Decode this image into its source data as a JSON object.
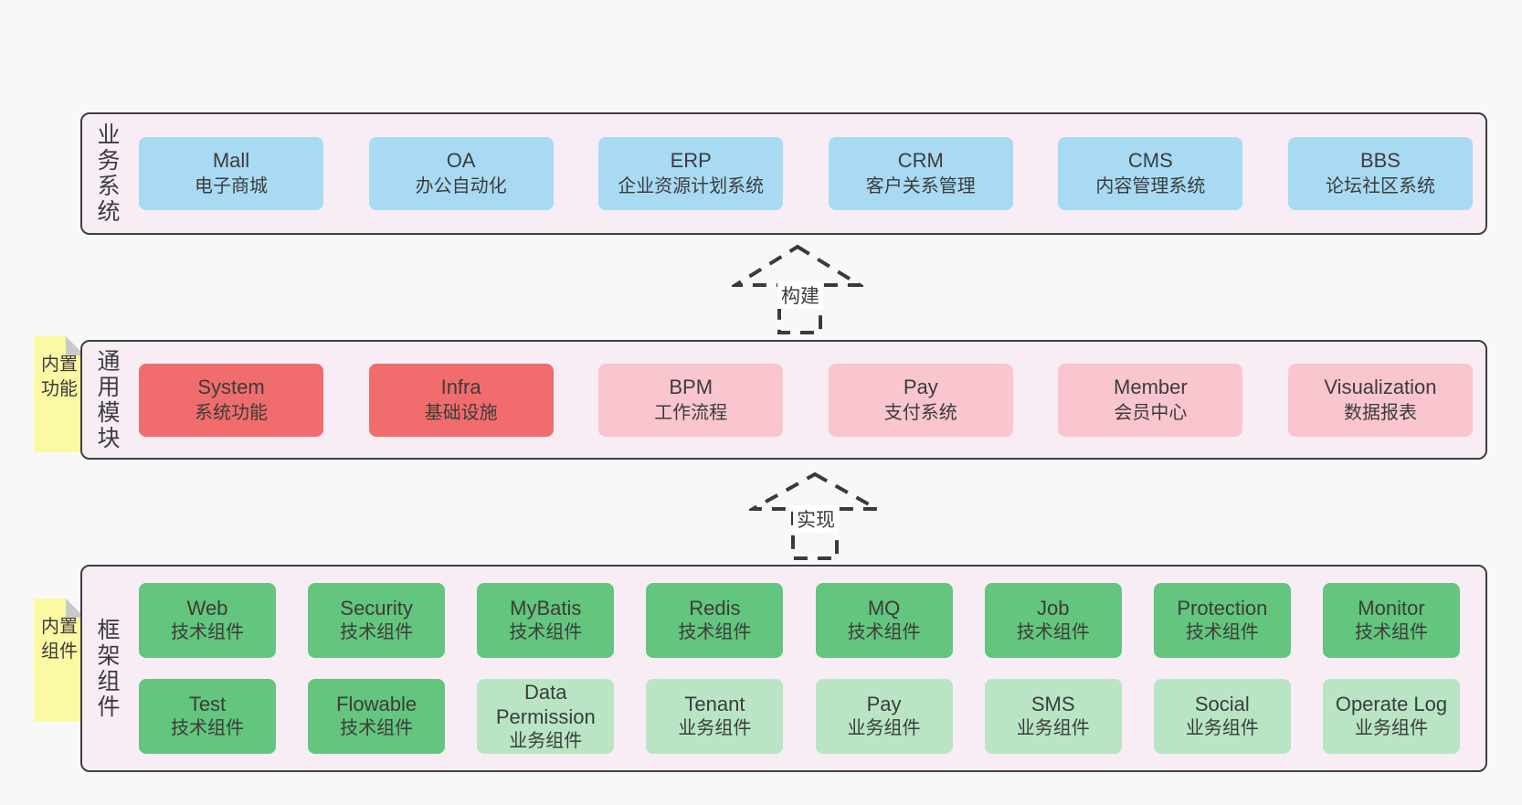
{
  "bands": [
    {
      "label": "业务系统",
      "rows": [
        [
          {
            "title": "Mall",
            "subtitle": "电子商城"
          },
          {
            "title": "OA",
            "subtitle": "办公自动化"
          },
          {
            "title": "ERP",
            "subtitle": "企业资源计划系统"
          },
          {
            "title": "CRM",
            "subtitle": "客户关系管理"
          },
          {
            "title": "CMS",
            "subtitle": "内容管理系统"
          },
          {
            "title": "BBS",
            "subtitle": "论坛社区系统"
          }
        ]
      ]
    },
    {
      "label": "通用模块",
      "sticky": "内置功能",
      "rows": [
        [
          {
            "title": "System",
            "subtitle": "系统功能"
          },
          {
            "title": "Infra",
            "subtitle": "基础设施"
          },
          {
            "title": "BPM",
            "subtitle": "工作流程"
          },
          {
            "title": "Pay",
            "subtitle": "支付系统"
          },
          {
            "title": "Member",
            "subtitle": "会员中心"
          },
          {
            "title": "Visualization",
            "subtitle": "数据报表"
          }
        ]
      ]
    },
    {
      "label": "框架组件",
      "sticky": "内置组件",
      "rows": [
        [
          {
            "title": "Web",
            "subtitle": "技术组件"
          },
          {
            "title": "Security",
            "subtitle": "技术组件"
          },
          {
            "title": "MyBatis",
            "subtitle": "技术组件"
          },
          {
            "title": "Redis",
            "subtitle": "技术组件"
          },
          {
            "title": "MQ",
            "subtitle": "技术组件"
          },
          {
            "title": "Job",
            "subtitle": "技术组件"
          },
          {
            "title": "Protection",
            "subtitle": "技术组件"
          },
          {
            "title": "Monitor",
            "subtitle": "技术组件"
          }
        ],
        [
          {
            "title": "Test",
            "subtitle": "技术组件"
          },
          {
            "title": "Flowable",
            "subtitle": "技术组件"
          },
          {
            "title": "Data Permission",
            "subtitle": "业务组件"
          },
          {
            "title": "Tenant",
            "subtitle": "业务组件"
          },
          {
            "title": "Pay",
            "subtitle": "业务组件"
          },
          {
            "title": "SMS",
            "subtitle": "业务组件"
          },
          {
            "title": "Social",
            "subtitle": "业务组件"
          },
          {
            "title": "Operate Log",
            "subtitle": "业务组件"
          }
        ]
      ]
    }
  ],
  "arrows": [
    {
      "label": "构建"
    },
    {
      "label": "实现"
    }
  ],
  "colors": {
    "page_bg": "#f8f8f8",
    "band_bg": "#f8edf5",
    "band_border": "#3f3f3f",
    "blue_box": "#a9daf3",
    "red_box": "#f16c6c",
    "pink_box": "#f9c6cf",
    "green_box": "#63c57e",
    "light_green_box": "#b9e5c4",
    "sticky_yellow": "#fbf9a4",
    "sticky_fold": "#c9c9c9",
    "text": "#3c3c3c"
  }
}
